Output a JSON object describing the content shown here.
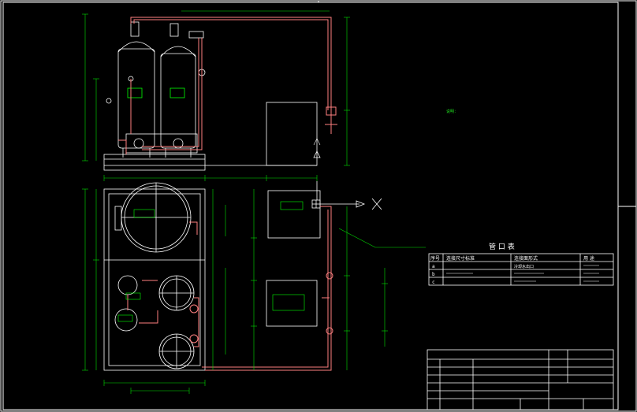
{
  "colors": {
    "background": "#000000",
    "frame": "#ffffff",
    "equipment": "#ffffff",
    "piping": "#ff8080",
    "dimension": "#00e000",
    "label": "#00ff00"
  },
  "pipe_table": {
    "title": "管 口 表",
    "headers": [
      "序号",
      "连接尺寸标准",
      "连接面形式",
      "用 途"
    ],
    "rows": [
      {
        "no": "a",
        "std": "",
        "face": "冷却水出口",
        "use": ""
      },
      {
        "no": "b",
        "std": "",
        "face": "",
        "use": ""
      },
      {
        "no": "c",
        "std": "",
        "face": "",
        "use": ""
      }
    ]
  },
  "notes": {
    "title": "说明："
  },
  "labels": {
    "tank_big": "",
    "tank_small": "",
    "box_top": "",
    "box_mid": "",
    "box_bottom": "",
    "pipe_callout": ""
  }
}
